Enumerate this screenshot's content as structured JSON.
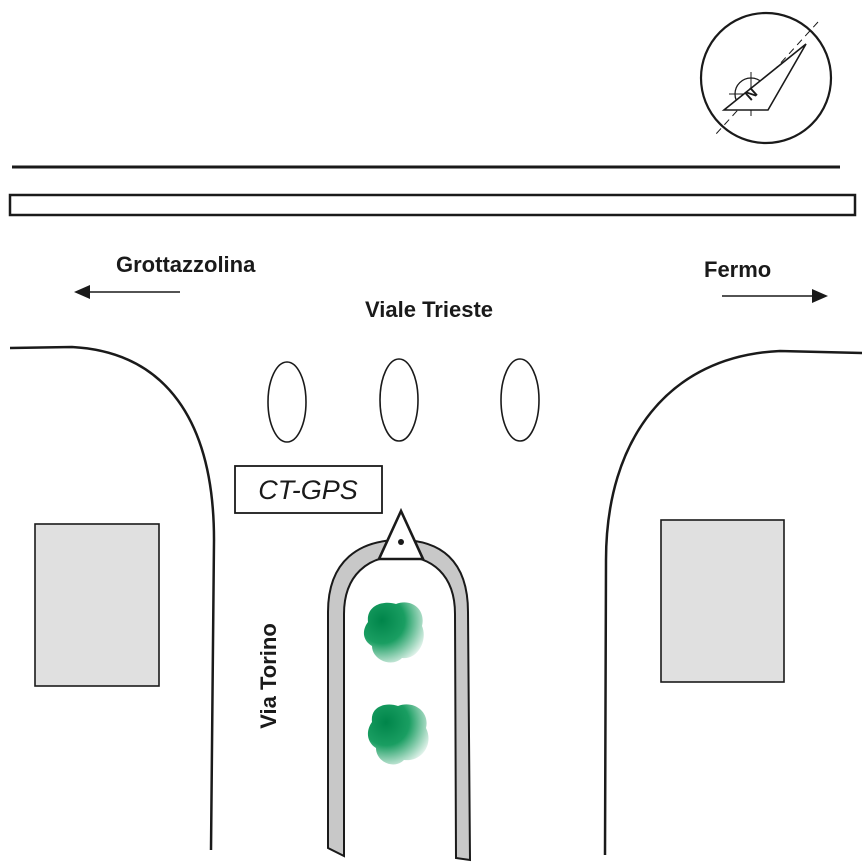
{
  "map": {
    "compass": {
      "north_label": "N"
    },
    "streets": {
      "main_road": "Viale Trieste",
      "side_road": "Via Torino"
    },
    "destinations": {
      "west": "Grottazzolina",
      "east": "Fermo"
    },
    "station_label": "CT-GPS",
    "colors": {
      "line": "#1a1a1a",
      "building_fill": "#e0e0e0",
      "median_fill": "#c8c8c8",
      "tree_dark": "#00854a",
      "tree_light": "#ffffff"
    }
  }
}
